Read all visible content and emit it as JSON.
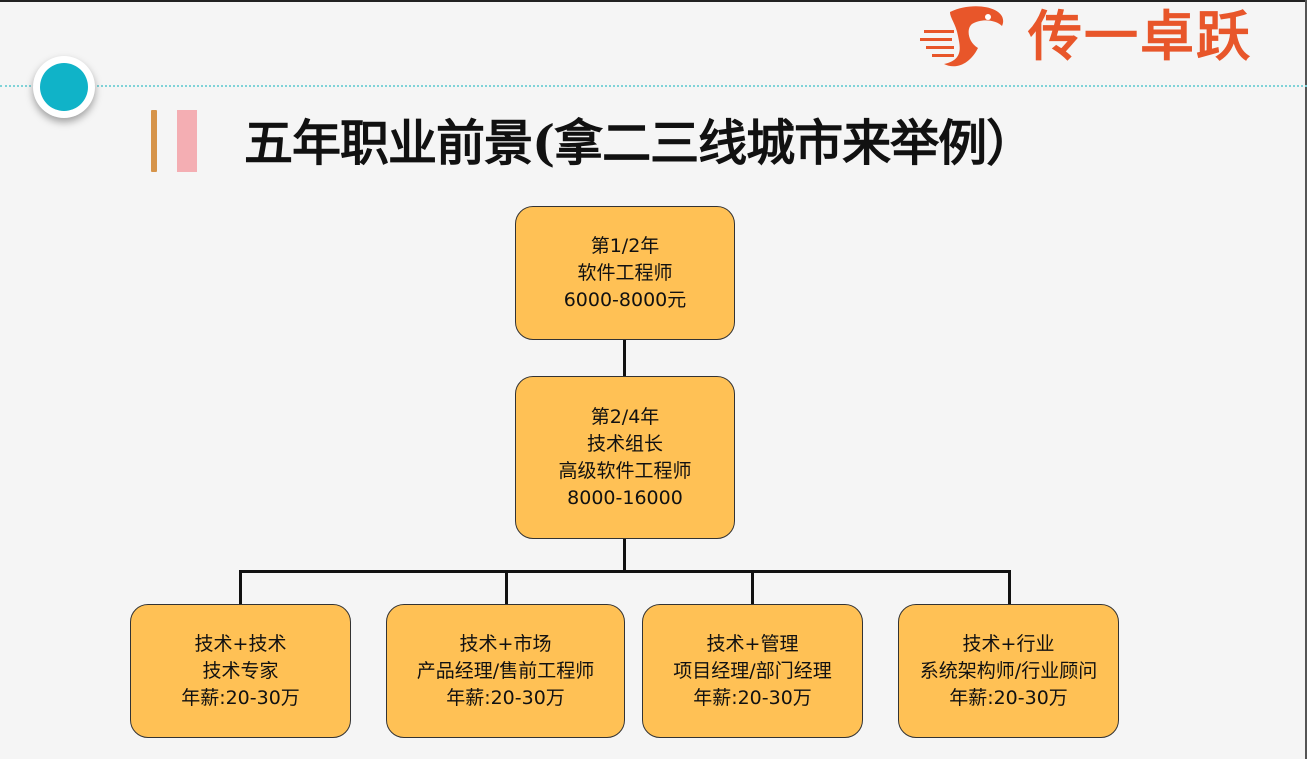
{
  "logo": {
    "text": "传一卓跃",
    "color": "#e8562a"
  },
  "title": "五年职业前景(拿二三线城市来举例）",
  "colors": {
    "node_fill": "#ffc155",
    "accent_teal": "#10b3c8"
  },
  "nodes": {
    "root": {
      "lines": [
        "第1/2年",
        "软件工程师",
        "6000-8000元"
      ]
    },
    "mid": {
      "lines": [
        "第2/4年",
        "技术组长",
        "高级软件工程师",
        "8000-16000"
      ]
    },
    "leaves": [
      {
        "lines": [
          "技术+技术",
          "技术专家",
          "年薪:20-30万"
        ]
      },
      {
        "lines": [
          "技术+市场",
          "产品经理/售前工程师",
          "年薪:20-30万"
        ]
      },
      {
        "lines": [
          "技术+管理",
          "项目经理/部门经理",
          "年薪:20-30万"
        ]
      },
      {
        "lines": [
          "技术+行业",
          "系统架构师/行业顾问",
          "年薪:20-30万"
        ]
      }
    ]
  }
}
